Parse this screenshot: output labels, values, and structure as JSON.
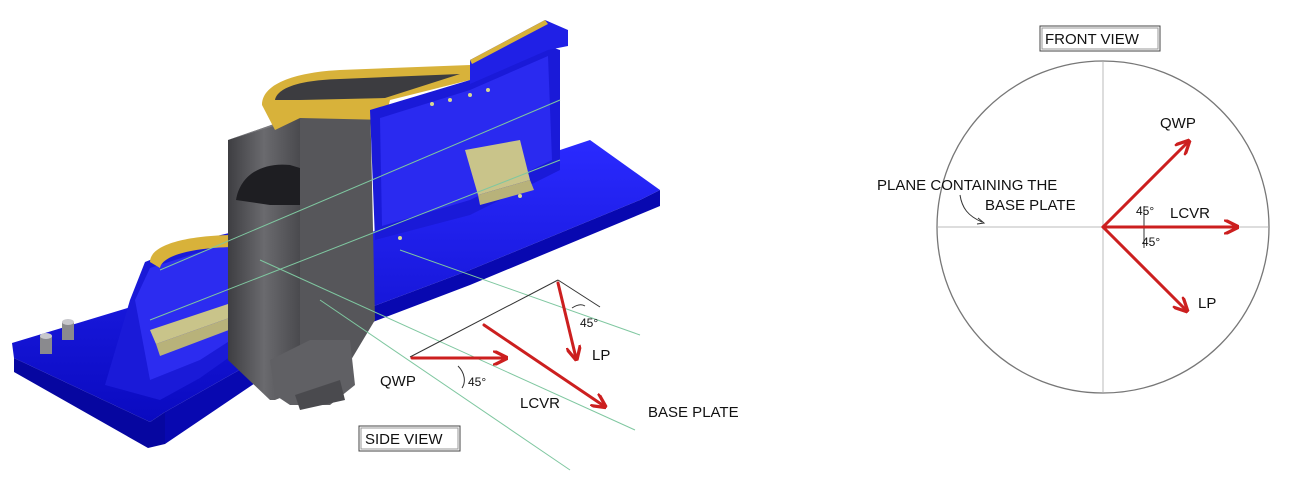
{
  "side_view": {
    "title": "SIDE VIEW",
    "labels": {
      "qwp": "QWP",
      "lcvr": "LCVR",
      "lp": "LP",
      "base_plate": "BASE PLATE",
      "angle_qwp": "45°",
      "angle_lp": "45°"
    }
  },
  "front_view": {
    "title": "FRONT VIEW",
    "labels": {
      "qwp": "QWP",
      "lcvr": "LCVR",
      "lp": "LP",
      "plane_line1": "PLANE CONTAINING THE",
      "plane_line2": "BASE PLATE",
      "angle_upper": "45°",
      "angle_lower": "45°"
    }
  },
  "colors": {
    "arrow": "#cc1f1f",
    "base_plate": "#1010e6",
    "housing": "#5a5a5e",
    "frame": "#d8b23a",
    "guide": "#7fc7a0"
  }
}
